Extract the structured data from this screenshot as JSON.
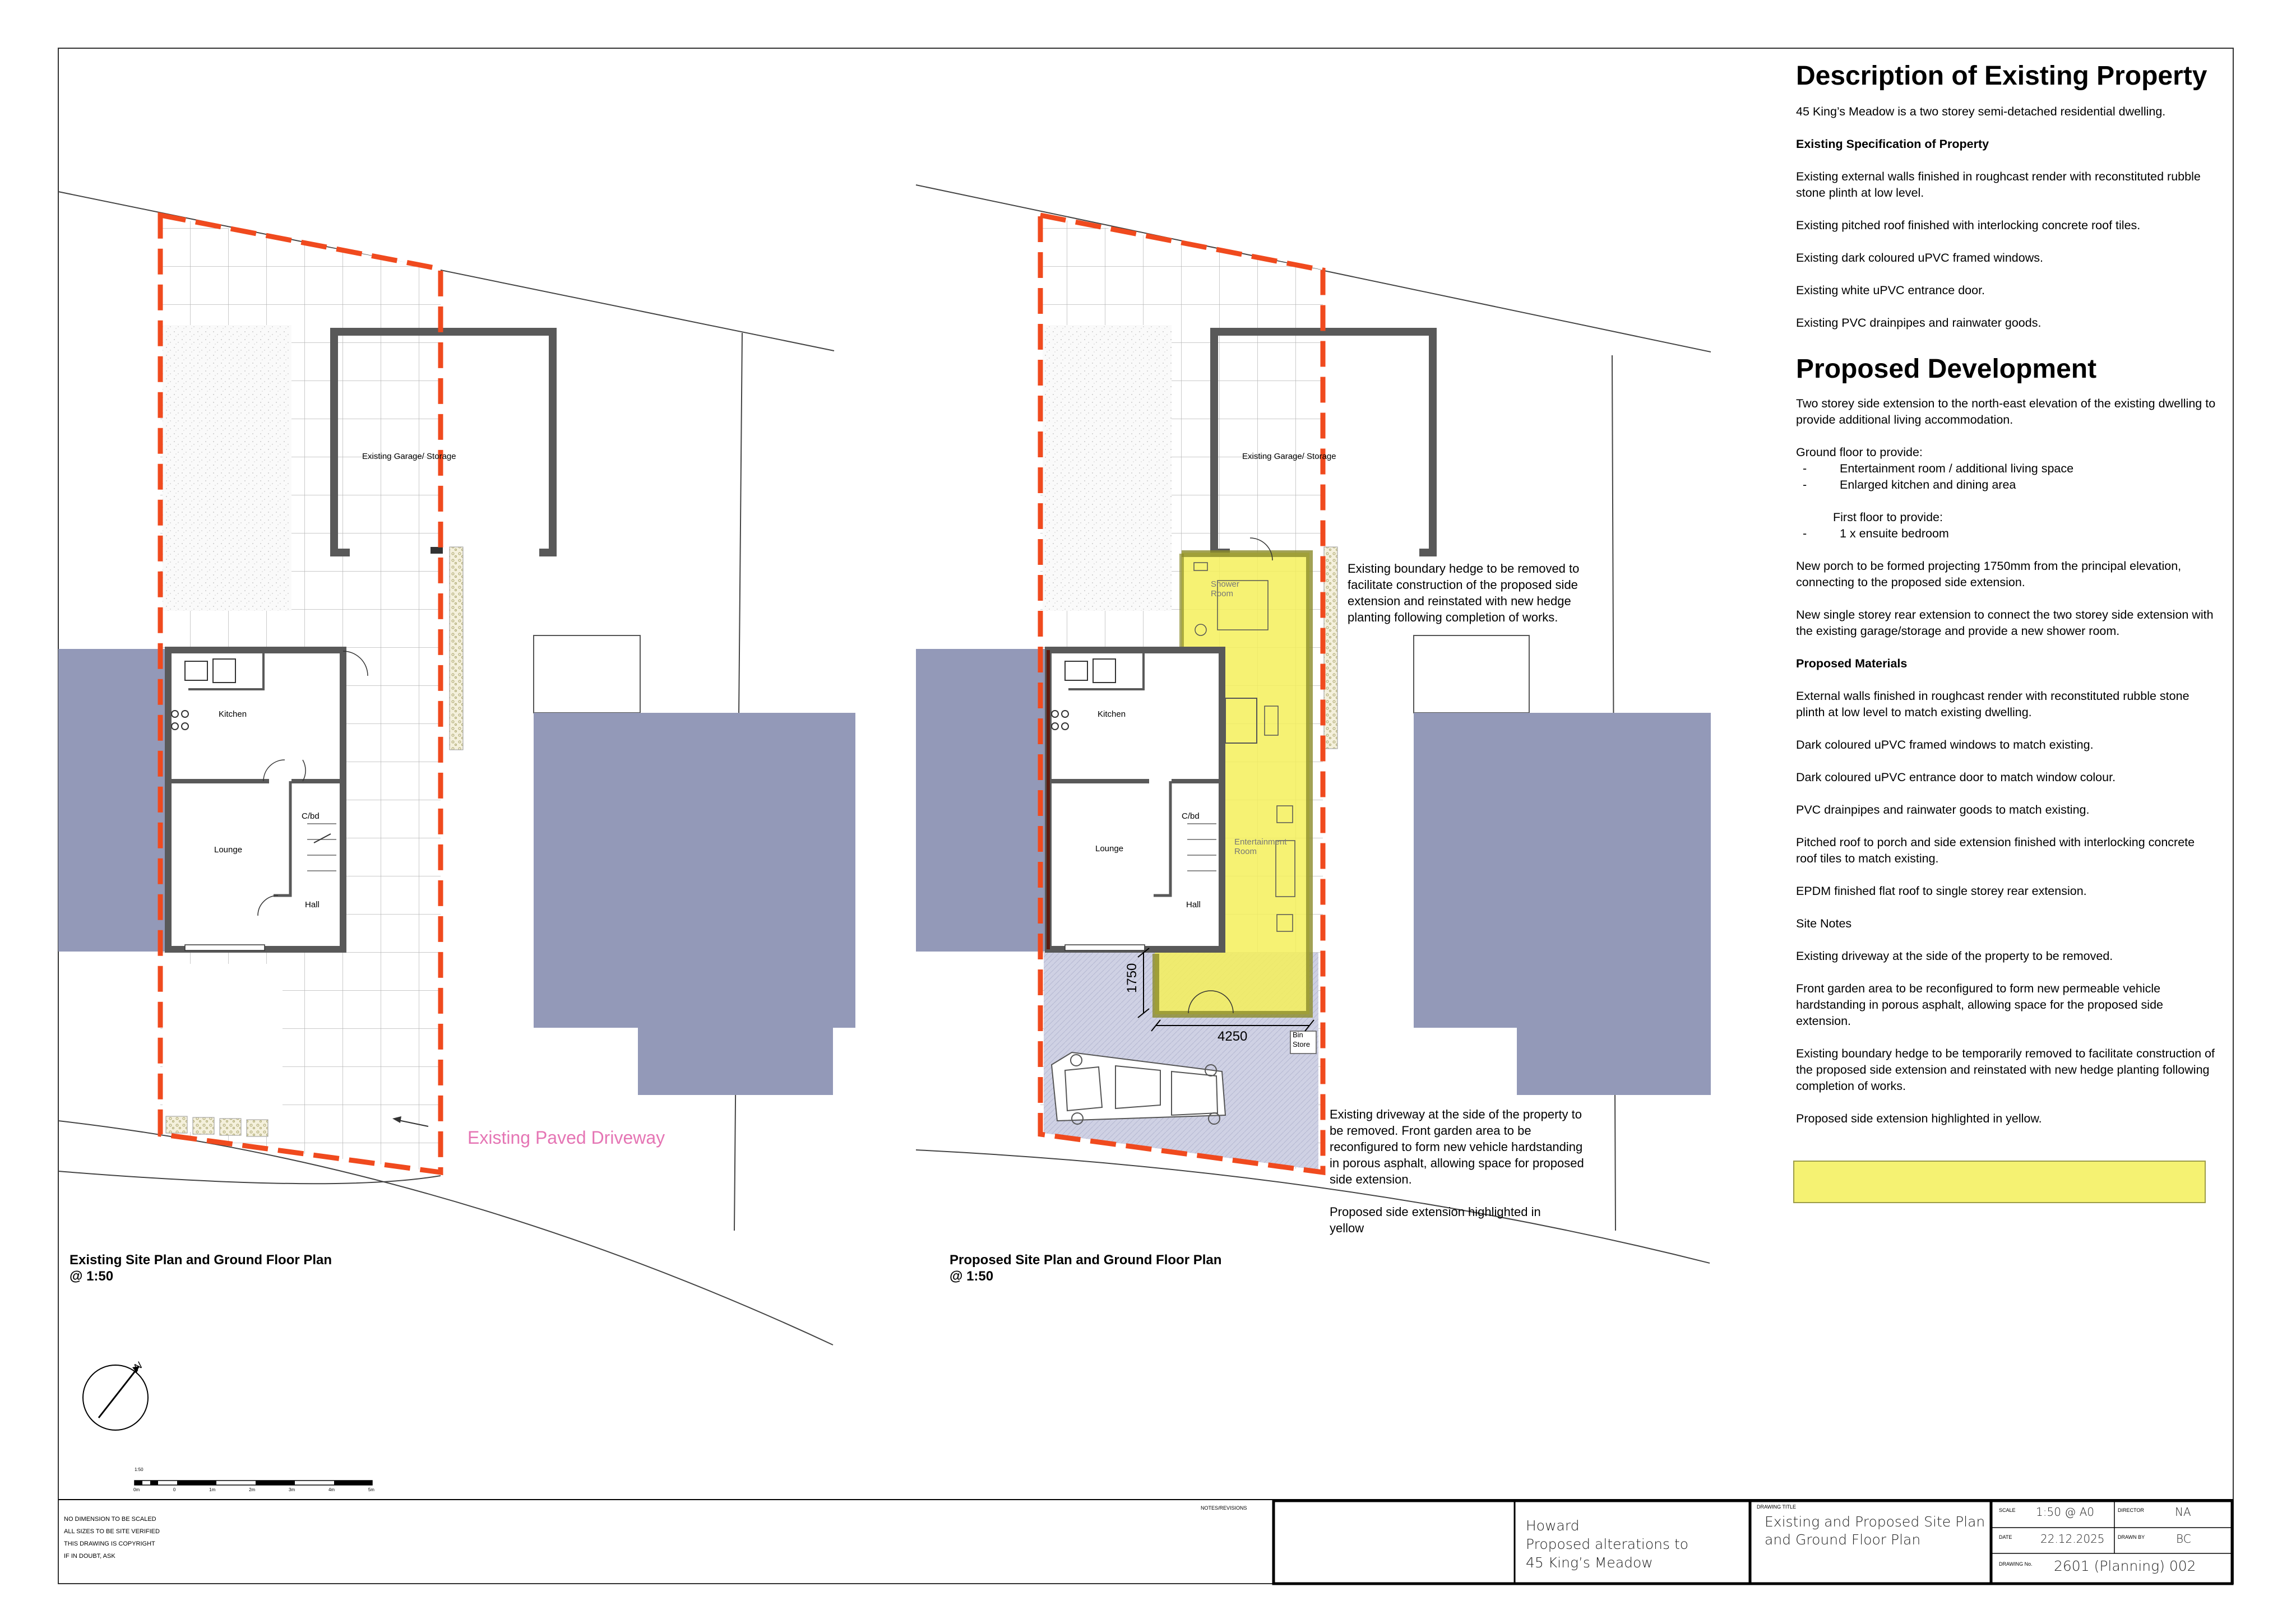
{
  "description": {
    "heading": "Description of Existing Property",
    "intro": "45 King’s Meadow is a two storey semi-detached residential dwelling.",
    "spec_heading": "Existing Specification of Property",
    "spec_items": [
      "Existing external walls finished in roughcast render with reconstituted rubble stone plinth at low level.",
      "Existing pitched roof finished with interlocking concrete roof tiles.",
      "Existing dark coloured uPVC framed windows.",
      "Existing white uPVC entrance door.",
      "Existing PVC drainpipes and rainwater goods."
    ]
  },
  "proposed": {
    "heading": "Proposed Development",
    "intro": "Two storey side extension to the north-east elevation of the existing dwelling to provide additional living accommodation.",
    "ground_floor_label": "Ground floor to provide:",
    "ground_floor_items": [
      "Entertainment room / additional living space",
      "Enlarged kitchen and dining area"
    ],
    "first_floor_label": "First floor to provide:",
    "first_floor_items": [
      "1 x ensuite bedroom"
    ],
    "porch": "New porch to be formed projecting 1750mm from the principal elevation, connecting to the proposed side extension.",
    "rear": "New single storey rear extension to connect the two storey side extension with the existing garage/storage and provide a new shower room.",
    "materials_heading": "Proposed Materials",
    "materials": [
      "External walls finished in roughcast render with reconstituted rubble stone plinth at low level to match existing dwelling.",
      "Dark coloured uPVC framed windows to match existing.",
      "Dark coloured uPVC entrance door to match window colour.",
      "PVC drainpipes and rainwater goods to match existing.",
      "Pitched roof to porch and side extension finished with interlocking concrete roof tiles to match existing.",
      "EPDM finished flat roof to single storey rear extension."
    ],
    "site_notes_heading": "Site Notes",
    "site_notes": [
      "Existing driveway at the side of the property to be removed.",
      "Front garden area to be reconfigured to form new permeable vehicle hardstanding in porous asphalt, allowing space for the proposed side extension.",
      "Existing boundary hedge to be temporarily removed to facilitate construction of the proposed side extension and reinstated with new hedge planting following completion of works.",
      "Proposed side extension highlighted in yellow."
    ]
  },
  "plans": {
    "existing_title": "Existing Site Plan and Ground Floor Plan",
    "existing_scale": "@ 1:50",
    "proposed_title": "Proposed Site Plan and Ground Floor Plan",
    "proposed_scale": "@ 1:50",
    "rooms": {
      "garage": "Existing Garage/ Storage",
      "kitchen": "Kitchen",
      "lounge": "Lounge",
      "cbd": "C/bd",
      "hall": "Hall",
      "shower": "Shower Room",
      "entertainment": "Entertainment Room",
      "bin": "Bin Store"
    },
    "paved_driveway": "Existing Paved Driveway",
    "hedge_note": "Existing boundary hedge to be removed to facilitate construction of the proposed side extension and reinstated with new hedge planting following completion of works.",
    "driveway_note": "Existing driveway at the side of the property to be removed. Front garden area to be reconfigured to form new vehicle hardstanding in porous asphalt, allowing space for proposed side extension.",
    "yellow_note": "Proposed side extension highlighted in yellow",
    "dim_1750": "1750",
    "dim_4250": "4250",
    "north": "N",
    "scale_bar_label": "1:50",
    "scale_ticks": [
      "0m",
      "0",
      "1m",
      "2m",
      "3m",
      "4m",
      "5m"
    ]
  },
  "title_block": {
    "disclaimer": [
      "NO DIMENSION TO BE SCALED",
      "ALL SIZES TO BE SITE VERIFIED",
      "THIS DRAWING IS COPYRIGHT",
      "IF IN DOUBT, ASK"
    ],
    "notes_label": "NOTES/REVISIONS",
    "client": "Howard",
    "project_line1": "Proposed alterations to",
    "project_line2": "45 King’s Meadow",
    "drawing_title_label": "DRAWING TITLE",
    "drawing_title_line1": "Existing and Proposed Site Plan",
    "drawing_title_line2": "and Ground Floor Plan",
    "scale_label": "SCALE",
    "scale": "1:50 @ A0",
    "director_label": "DIRECTOR",
    "director": "NA",
    "date_label": "DATE",
    "date": "22.12.2025",
    "drawn_label": "DRAWN BY",
    "drawn": "BC",
    "drawing_no_label": "DRAWING No.",
    "drawing_no": "2601 (Planning) 002"
  },
  "colors": {
    "boundary": "#f04a1e",
    "neighbour": "#9399b8",
    "extension": "#f4f05a",
    "paved_label": "#e575b4",
    "wall": "#595959"
  }
}
